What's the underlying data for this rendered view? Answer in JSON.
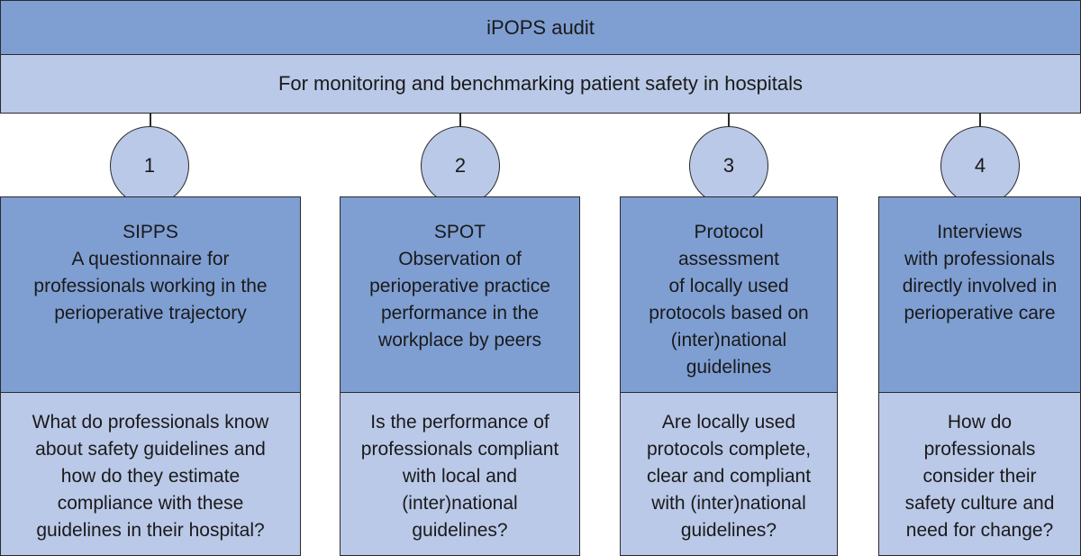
{
  "header": {
    "title": "iPOPS audit",
    "subtitle": "For monitoring and benchmarking patient safety in hospitals"
  },
  "columns": [
    {
      "number": "1",
      "head_lines": [
        "SIPPS",
        "A questionnaire for",
        "professionals working in the",
        "perioperative trajectory"
      ],
      "question_lines": [
        "What do professionals know",
        "about safety guidelines and",
        "how do they estimate",
        "compliance with these",
        "guidelines in their hospital?"
      ]
    },
    {
      "number": "2",
      "head_lines": [
        "SPOT",
        "Observation of",
        "perioperative practice",
        "performance in the",
        "workplace by peers"
      ],
      "question_lines": [
        "Is the performance of",
        "professionals compliant",
        "with local and",
        "(inter)national",
        "guidelines?"
      ]
    },
    {
      "number": "3",
      "head_lines": [
        "Protocol",
        "assessment",
        "of locally used",
        "protocols based on",
        "(inter)national",
        "guidelines"
      ],
      "question_lines": [
        "Are locally used",
        "protocols complete,",
        "clear and compliant",
        "with (inter)national",
        "guidelines?"
      ]
    },
    {
      "number": "4",
      "head_lines": [
        "Interviews",
        "with professionals",
        "directly involved in",
        "perioperative care"
      ],
      "question_lines": [
        "How do",
        "professionals",
        "consider their",
        "safety culture and",
        "need for change?"
      ]
    }
  ]
}
